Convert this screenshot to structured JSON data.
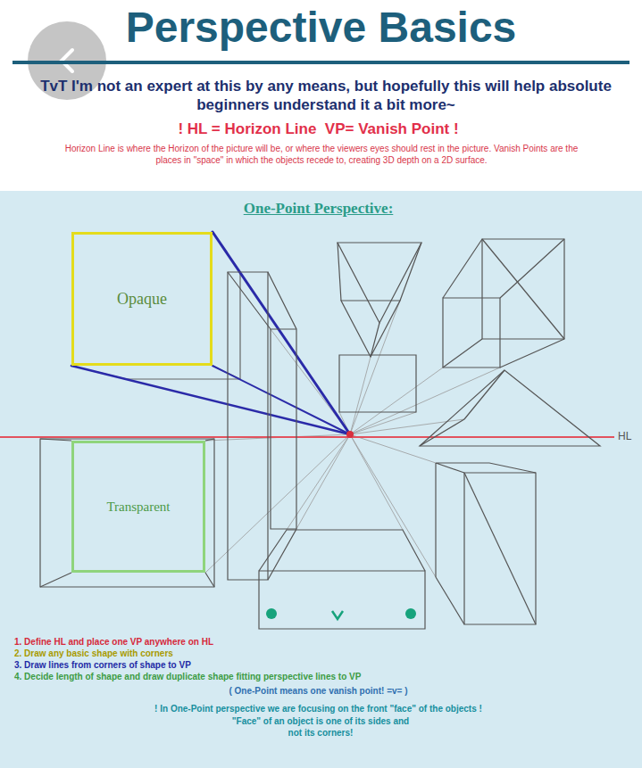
{
  "diagram": {
    "title": "Perspective Basics",
    "nodes": [
      {
        "text": [
          "Opaque"
        ]
      },
      {
        "text": [
          "Transparent"
        ]
      }
    ],
    "labels": [
      "TvT I'm not an expert at this by any means, but hopefully this will help absolute beginners understand it a bit more~",
      "! HL = Horizon Line  VP= Vanish Point !",
      "Horizon Line is where the Horizon of the picture will be, or where the viewers eyes should rest in the picture. Vanish Points are the places in \"space\" in which the objects recede to, creating 3D depth on a 2D surface.",
      "One-Point Perspective:",
      "HL",
      "1. Define HL and place one VP anywhere on HL",
      "2. Draw any basic shape with corners",
      "3. Draw lines from corners of shape to VP",
      "4. Decide length of shape and draw duplicate shape fitting perspective lines to VP",
      "( One-Point means one vanish point! =v= )",
      "! In One-Point perspective we are focusing on the front \"face\" of the objects !",
      "\"Face\" of an object is one of its sides and not its corners!"
    ]
  }
}
